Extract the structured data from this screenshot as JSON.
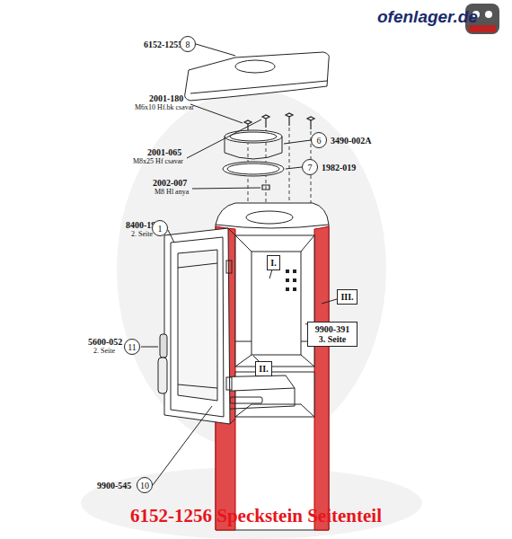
{
  "diagram": {
    "caption": "6152-1256 Speckstein Seitenteil",
    "nodes": [
      {
        "text": [
          "8"
        ]
      },
      {
        "text": [
          "6"
        ]
      },
      {
        "text": [
          "7"
        ]
      },
      {
        "text": [
          "1"
        ]
      },
      {
        "text": [
          "I."
        ]
      },
      {
        "text": [
          "III."
        ]
      },
      {
        "text": [
          "9900-391 3. Seite"
        ]
      },
      {
        "text": [
          "11"
        ]
      },
      {
        "text": [
          "II."
        ]
      },
      {
        "text": [
          "10"
        ]
      }
    ],
    "labels": [
      "ofenlager.de",
      "6152-1255",
      "2001-180",
      "M6x10 Hf.bk csavar",
      "2001-065",
      "M8x25 Hf csavar",
      "2002-007",
      "M8 Hl anya",
      "3490-002A",
      "1982-019",
      "8400-191",
      "2. Seite",
      "5600-052",
      "2. Seite",
      "9900-545"
    ]
  }
}
